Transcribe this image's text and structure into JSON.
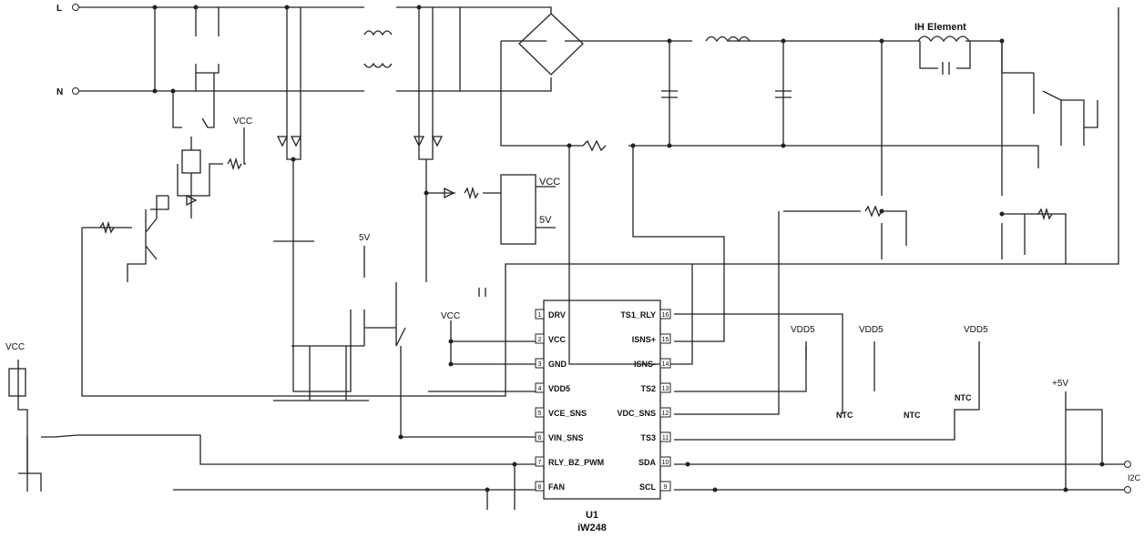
{
  "terminals": {
    "line": "L",
    "neutral": "N"
  },
  "element_label": "IH Element",
  "supply_labels": {
    "vcc_relay": "VCC",
    "vcc_fan": "VCC",
    "v5_driver": "5V",
    "vcc_pin": "VCC",
    "vdd5_a": "VDD5",
    "vdd5_b": "VDD5",
    "vdd5_c": "VDD5",
    "v5_i2c": "+5V"
  },
  "regulator": {
    "out1": "VCC",
    "out2": "5V"
  },
  "ntc_labels": {
    "ntc1": "NTC",
    "ntc2": "NTC",
    "ntc3": "NTC"
  },
  "i2c_label": "I2C",
  "ic": {
    "ref": "U1",
    "part": "iW248",
    "left_pins": [
      {
        "num": "1",
        "name": "DRV"
      },
      {
        "num": "2",
        "name": "VCC"
      },
      {
        "num": "3",
        "name": "GND"
      },
      {
        "num": "4",
        "name": "VDD5"
      },
      {
        "num": "5",
        "name": "VCE_SNS"
      },
      {
        "num": "6",
        "name": "VIN_SNS"
      },
      {
        "num": "7",
        "name": "RLY_BZ_PWM"
      },
      {
        "num": "8",
        "name": "FAN"
      }
    ],
    "right_pins": [
      {
        "num": "16",
        "name": "TS1_RLY"
      },
      {
        "num": "15",
        "name": "ISNS+"
      },
      {
        "num": "14",
        "name": "ISNS-"
      },
      {
        "num": "13",
        "name": "TS2"
      },
      {
        "num": "12",
        "name": "VDC_SNS"
      },
      {
        "num": "11",
        "name": "TS3"
      },
      {
        "num": "10",
        "name": "SDA"
      },
      {
        "num": "9",
        "name": "SCL"
      }
    ]
  }
}
